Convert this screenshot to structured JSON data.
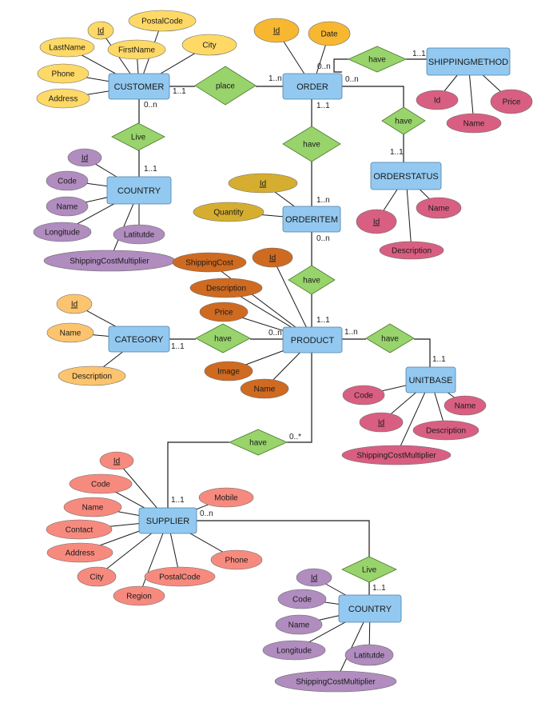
{
  "colors": {
    "entity": "#93c9f0",
    "relationship": "#98d36c",
    "customer_attr": "#ffd966",
    "order_attr": "#f7b731",
    "shipping_attr": "#d95f82",
    "country_attr": "#b08cbf",
    "orderitem_attr": "#d6ae2f",
    "product_attr": "#cf6a21",
    "category_attr": "#fcc46e",
    "supplier_attr": "#f78a7e"
  },
  "entities": [
    {
      "id": "customer",
      "label": "CUSTOMER",
      "attributes": [
        {
          "label": "Id",
          "key": true
        },
        {
          "label": "PostalCode"
        },
        {
          "label": "LastName"
        },
        {
          "label": "FirstName"
        },
        {
          "label": "City"
        },
        {
          "label": "Phone"
        },
        {
          "label": "Address"
        }
      ]
    },
    {
      "id": "order",
      "label": "ORDER",
      "attributes": [
        {
          "label": "Id",
          "key": true
        },
        {
          "label": "Date"
        }
      ]
    },
    {
      "id": "shippingmethod",
      "label": "SHIPPINGMETHOD",
      "attributes": [
        {
          "label": "Id"
        },
        {
          "label": "Price"
        },
        {
          "label": "Name"
        }
      ]
    },
    {
      "id": "orderstatus",
      "label": "ORDERSTATUS",
      "attributes": [
        {
          "label": "Id",
          "key": true
        },
        {
          "label": "Name"
        },
        {
          "label": "Description"
        }
      ]
    },
    {
      "id": "country1",
      "label": "COUNTRY",
      "attributes": [
        {
          "label": "Id",
          "key": true
        },
        {
          "label": "Code"
        },
        {
          "label": "Name"
        },
        {
          "label": "Longitude"
        },
        {
          "label": "Latitutde"
        },
        {
          "label": "ShippingCostMultiplier"
        }
      ]
    },
    {
      "id": "orderitem",
      "label": "ORDERITEM",
      "attributes": [
        {
          "label": "Id",
          "key": true
        },
        {
          "label": "Quantity"
        }
      ]
    },
    {
      "id": "product",
      "label": "PRODUCT",
      "attributes": [
        {
          "label": "ShippingCost"
        },
        {
          "label": "Id",
          "key": true
        },
        {
          "label": "Description"
        },
        {
          "label": "Price"
        },
        {
          "label": "Image"
        },
        {
          "label": "Name"
        }
      ]
    },
    {
      "id": "category",
      "label": "CATEGORY",
      "attributes": [
        {
          "label": "Id",
          "key": true
        },
        {
          "label": "Name"
        },
        {
          "label": "Description"
        }
      ]
    },
    {
      "id": "unitbase",
      "label": "UNITBASE",
      "attributes": [
        {
          "label": "Code"
        },
        {
          "label": "Name"
        },
        {
          "label": "Id",
          "key": true
        },
        {
          "label": "Description"
        },
        {
          "label": "ShippingCostMultiplier"
        }
      ]
    },
    {
      "id": "supplier",
      "label": "SUPPLIER",
      "attributes": [
        {
          "label": "Id",
          "key": true
        },
        {
          "label": "Code"
        },
        {
          "label": "Mobile"
        },
        {
          "label": "Name"
        },
        {
          "label": "Contact"
        },
        {
          "label": "Address"
        },
        {
          "label": "Phone"
        },
        {
          "label": "City"
        },
        {
          "label": "PostalCode"
        },
        {
          "label": "Region"
        }
      ]
    },
    {
      "id": "country2",
      "label": "COUNTRY",
      "attributes": [
        {
          "label": "Id",
          "key": true
        },
        {
          "label": "Code"
        },
        {
          "label": "Name"
        },
        {
          "label": "Longitude"
        },
        {
          "label": "Latitutde"
        },
        {
          "label": "ShippingCostMultiplier"
        }
      ]
    }
  ],
  "relationships": [
    {
      "id": "place",
      "label": "place",
      "card_a": "1..1",
      "card_b": "1..n"
    },
    {
      "id": "live1",
      "label": "Live",
      "card_a": "0..n",
      "card_b": "1..1"
    },
    {
      "id": "have_ship",
      "label": "have",
      "card_a": "0..n",
      "card_b": "1..1"
    },
    {
      "id": "have_status",
      "label": "have",
      "card_a": "0..n",
      "card_b": "1..1"
    },
    {
      "id": "have_item",
      "label": "have",
      "card_a": "1..1",
      "card_b": "1..n"
    },
    {
      "id": "have_prod",
      "label": "have",
      "card_a": "0..n",
      "card_b": "1..1"
    },
    {
      "id": "have_cat",
      "label": "have",
      "card_a": "1..1",
      "card_b": "0..n"
    },
    {
      "id": "have_unit",
      "label": "have",
      "card_a": "1..n",
      "card_b": "1..1"
    },
    {
      "id": "have_sup",
      "label": "have",
      "card_a": "0..*",
      "card_b": "1..1"
    },
    {
      "id": "live2",
      "label": "Live",
      "card_a": "0..n",
      "card_b": "1..1"
    }
  ]
}
